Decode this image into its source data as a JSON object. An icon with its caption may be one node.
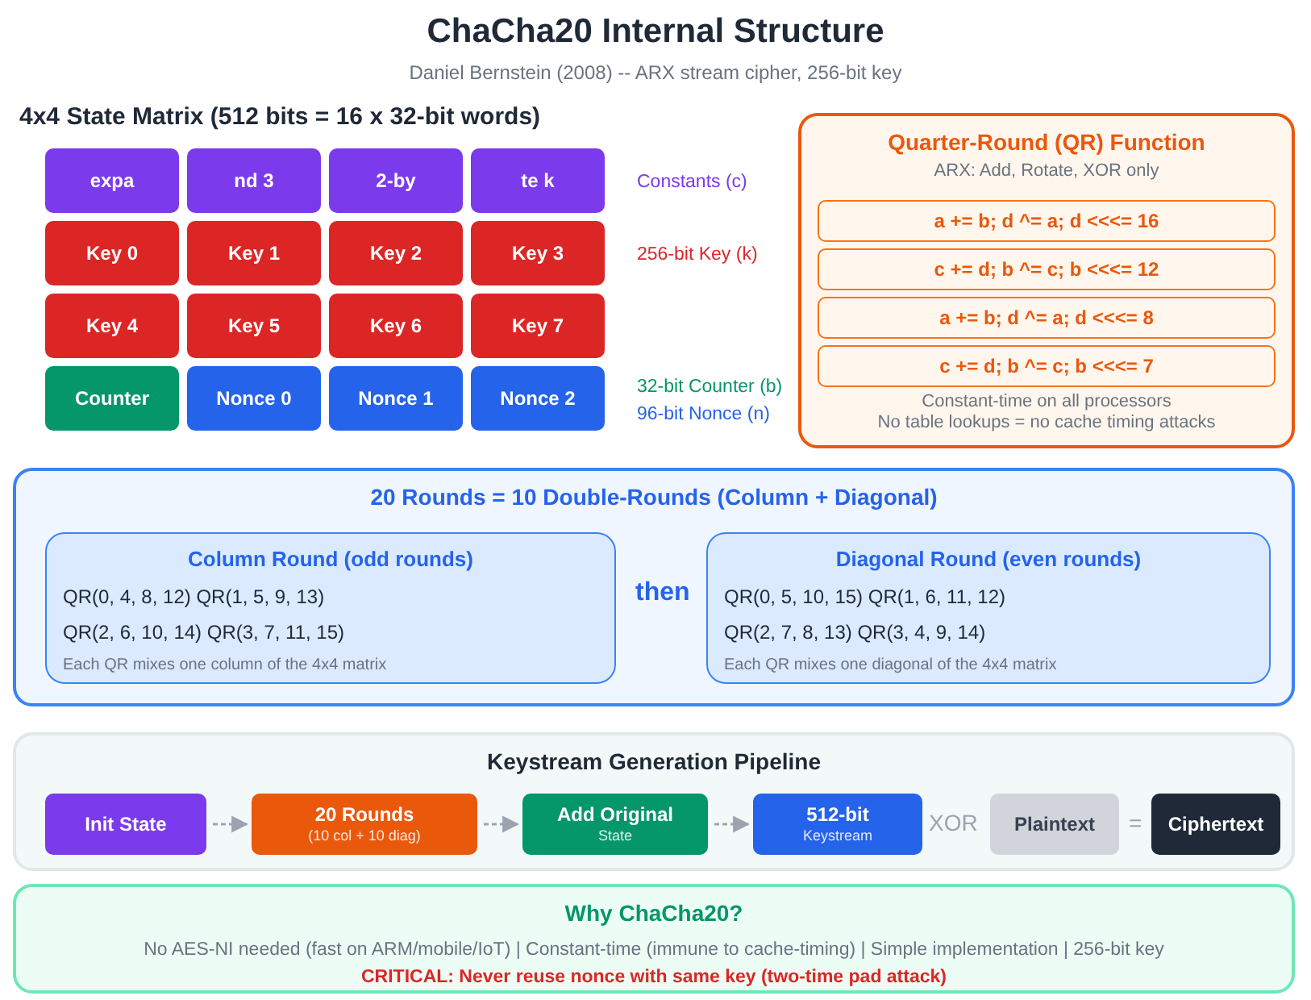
{
  "diagram": {
    "title": "ChaCha20 Internal Structure",
    "caption": "Daniel Bernstein (2008) -- ARX stream cipher, 256-bit key",
    "nodes": [
      {
        "text": [
          "expa"
        ]
      },
      {
        "text": [
          "nd 3"
        ]
      },
      {
        "text": [
          "2-by"
        ]
      },
      {
        "text": [
          "te k"
        ]
      },
      {
        "text": [
          "Key 0"
        ]
      },
      {
        "text": [
          "Key 1"
        ]
      },
      {
        "text": [
          "Key 2"
        ]
      },
      {
        "text": [
          "Key 3"
        ]
      },
      {
        "text": [
          "Key 4"
        ]
      },
      {
        "text": [
          "Key 5"
        ]
      },
      {
        "text": [
          "Key 6"
        ]
      },
      {
        "text": [
          "Key 7"
        ]
      },
      {
        "text": [
          "Counter"
        ]
      },
      {
        "text": [
          "Nonce 0"
        ]
      },
      {
        "text": [
          "Nonce 1"
        ]
      },
      {
        "text": [
          "Nonce 2"
        ]
      },
      {
        "text": [
          "Quarter-Round (QR) Function",
          "ARX: Add, Rotate, XOR only",
          "Constant-time on all processors",
          "No table lookups = no cache timing attacks"
        ]
      },
      {
        "text": [
          "a += b; d ^= a; d <<<= 16"
        ],
        "in": 16
      },
      {
        "text": [
          "c += d; b ^= c; b <<<= 12"
        ],
        "in": 16
      },
      {
        "text": [
          "a += b; d ^= a; d <<<= 8"
        ],
        "in": 16
      },
      {
        "text": [
          "c += d; b ^= c; b <<<= 7"
        ],
        "in": 16
      },
      {
        "text": [
          "20 Rounds = 10 Double-Rounds (Column + Diagonal)",
          "then"
        ]
      },
      {
        "text": [
          "Column Round (odd rounds)",
          "QR(0, 4, 8, 12) QR(1, 5, 9, 13)",
          "QR(2, 6, 10, 14) QR(3, 7, 11, 15)",
          "Each QR mixes one column of the 4x4 matrix"
        ],
        "in": 21
      },
      {
        "text": [
          "Diagonal Round (even rounds)",
          "QR(0, 5, 10, 15) QR(1, 6, 11, 12)",
          "QR(2, 7, 8, 13) QR(3, 4, 9, 14)",
          "Each QR mixes one diagonal of the 4x4 matrix"
        ],
        "in": 21
      },
      {
        "text": [
          "Keystream Generation Pipeline"
        ]
      },
      {
        "text": [
          "Init State"
        ],
        "in": 24
      },
      {
        "text": [
          "20 Rounds",
          "(10 col + 10 diag)"
        ],
        "in": 24
      },
      {
        "text": [
          "Add Original",
          "State"
        ],
        "in": 24
      },
      {
        "text": [
          "512-bit",
          "Keystream"
        ],
        "in": 24
      },
      {
        "text": [
          "Plaintext"
        ],
        "in": 24
      },
      {
        "text": [
          "Ciphertext"
        ],
        "in": 24
      },
      {
        "text": [
          "Why ChaCha20?",
          "No AES-NI needed (fast on ARM/mobile/IoT) | Constant-time (immune to cache-timing) | Simple implementation | 256-bit key",
          "CRITICAL: Never reuse nonce with same key (two-time pad attack)"
        ]
      }
    ],
    "edges": [
      {
        "from": 25,
        "to": 26,
        "arrow": "to"
      },
      {
        "from": 26,
        "to": 27,
        "arrow": "to"
      },
      {
        "from": 27,
        "to": 28,
        "arrow": "to"
      }
    ],
    "labels": [
      "4x4 State Matrix (512 bits = 16 x 32-bit words)",
      "Constants (c)",
      "256-bit Key (k)",
      "32-bit Counter (b)",
      "96-bit Nonce (n)",
      "XOR",
      "="
    ]
  }
}
